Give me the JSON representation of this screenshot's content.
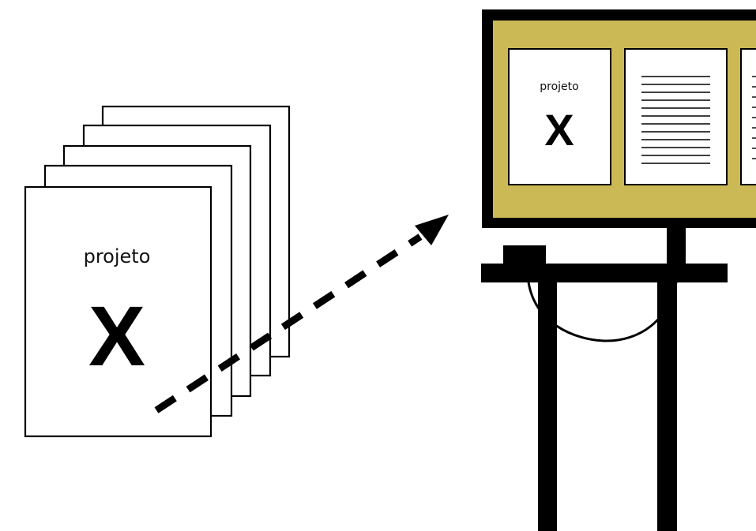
{
  "document": {
    "title": "projeto",
    "letter": "X"
  },
  "board_document": {
    "title": "projeto",
    "letter": "X"
  },
  "colors": {
    "board_fill": "#cbb955",
    "board_frame": "#000000",
    "paper": "#ffffff",
    "ink": "#000000"
  },
  "icons": {
    "arrow": "dashed-arrow-icon",
    "stack": "document-stack-icon",
    "board": "display-board-icon"
  }
}
